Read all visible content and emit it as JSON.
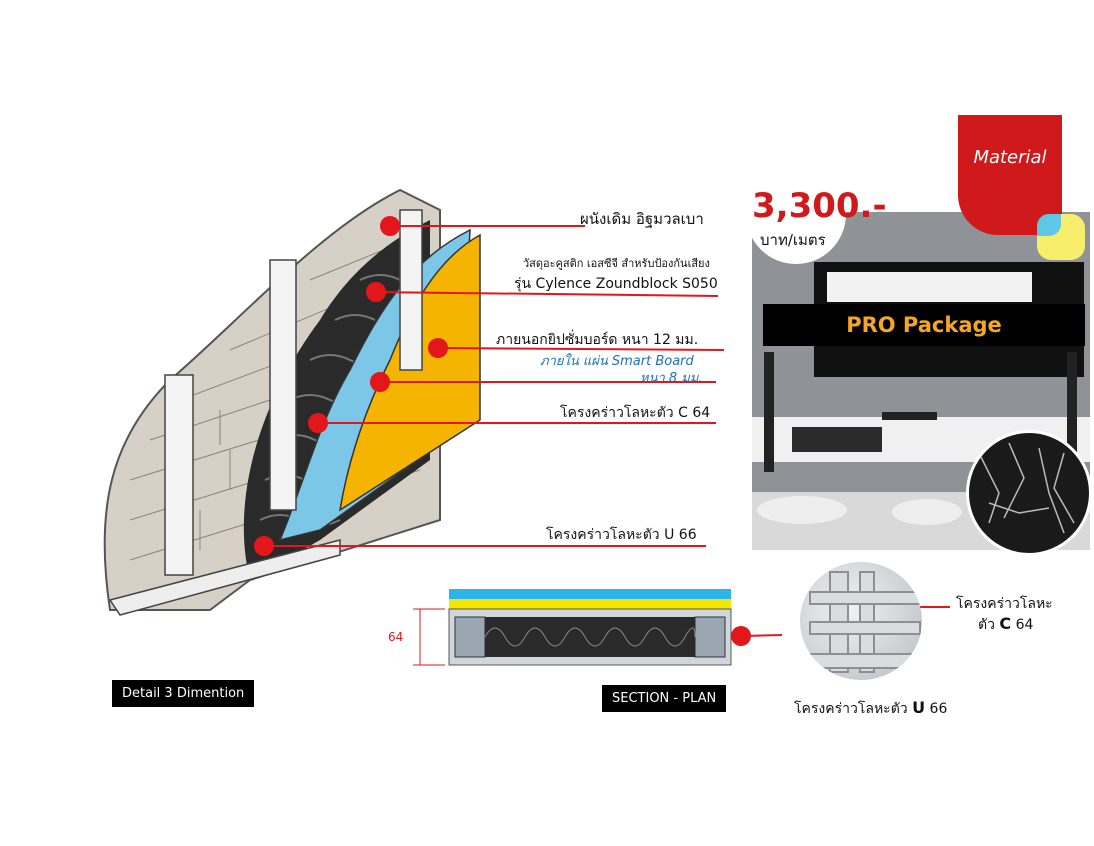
{
  "labels": {
    "existing_wall": "ผนังเดิม อิฐมวลเบา",
    "acoustic_line1": "วัสดุอะคูสติก เอสซีจี สำหรับป้องกันเสียง",
    "acoustic_line2": "รุ่น Cylence Zoundblock S050",
    "gypsum": "ภายนอกยิปซั่มบอร์ด หนา 12 มม.",
    "smartboard_line1": "ภายใน แผ่น Smart Board",
    "smartboard_line2": "หนา 8 มม.",
    "c64": "โครงคร่าวโลหะตัว C 64",
    "u66": "โครงคร่าวโลหะตัว U 66",
    "detail": "Detail  3 Dimention",
    "section": "SECTION - PLAN",
    "dimension": "64",
    "frame_c_line1": "โครงคร่าวโลหะ",
    "frame_c_prefix": "ตัว ",
    "frame_c_letter": "C",
    "frame_c_num": " 64",
    "frame_u_prefix": "โครงคร่าวโลหะตัว ",
    "frame_u_letter": "U",
    "frame_u_num": " 66"
  },
  "promo": {
    "material": "Material",
    "price": "3,300.-",
    "unit": "บาท/เมตร",
    "package": "PRO Package"
  },
  "colors": {
    "marker_red": "#e3161b",
    "gypsum_orange": "#f5b400",
    "board_blue": "#7cc6e8",
    "insulation_dark": "#2a2a2a",
    "brand_red": "#d0191b"
  }
}
